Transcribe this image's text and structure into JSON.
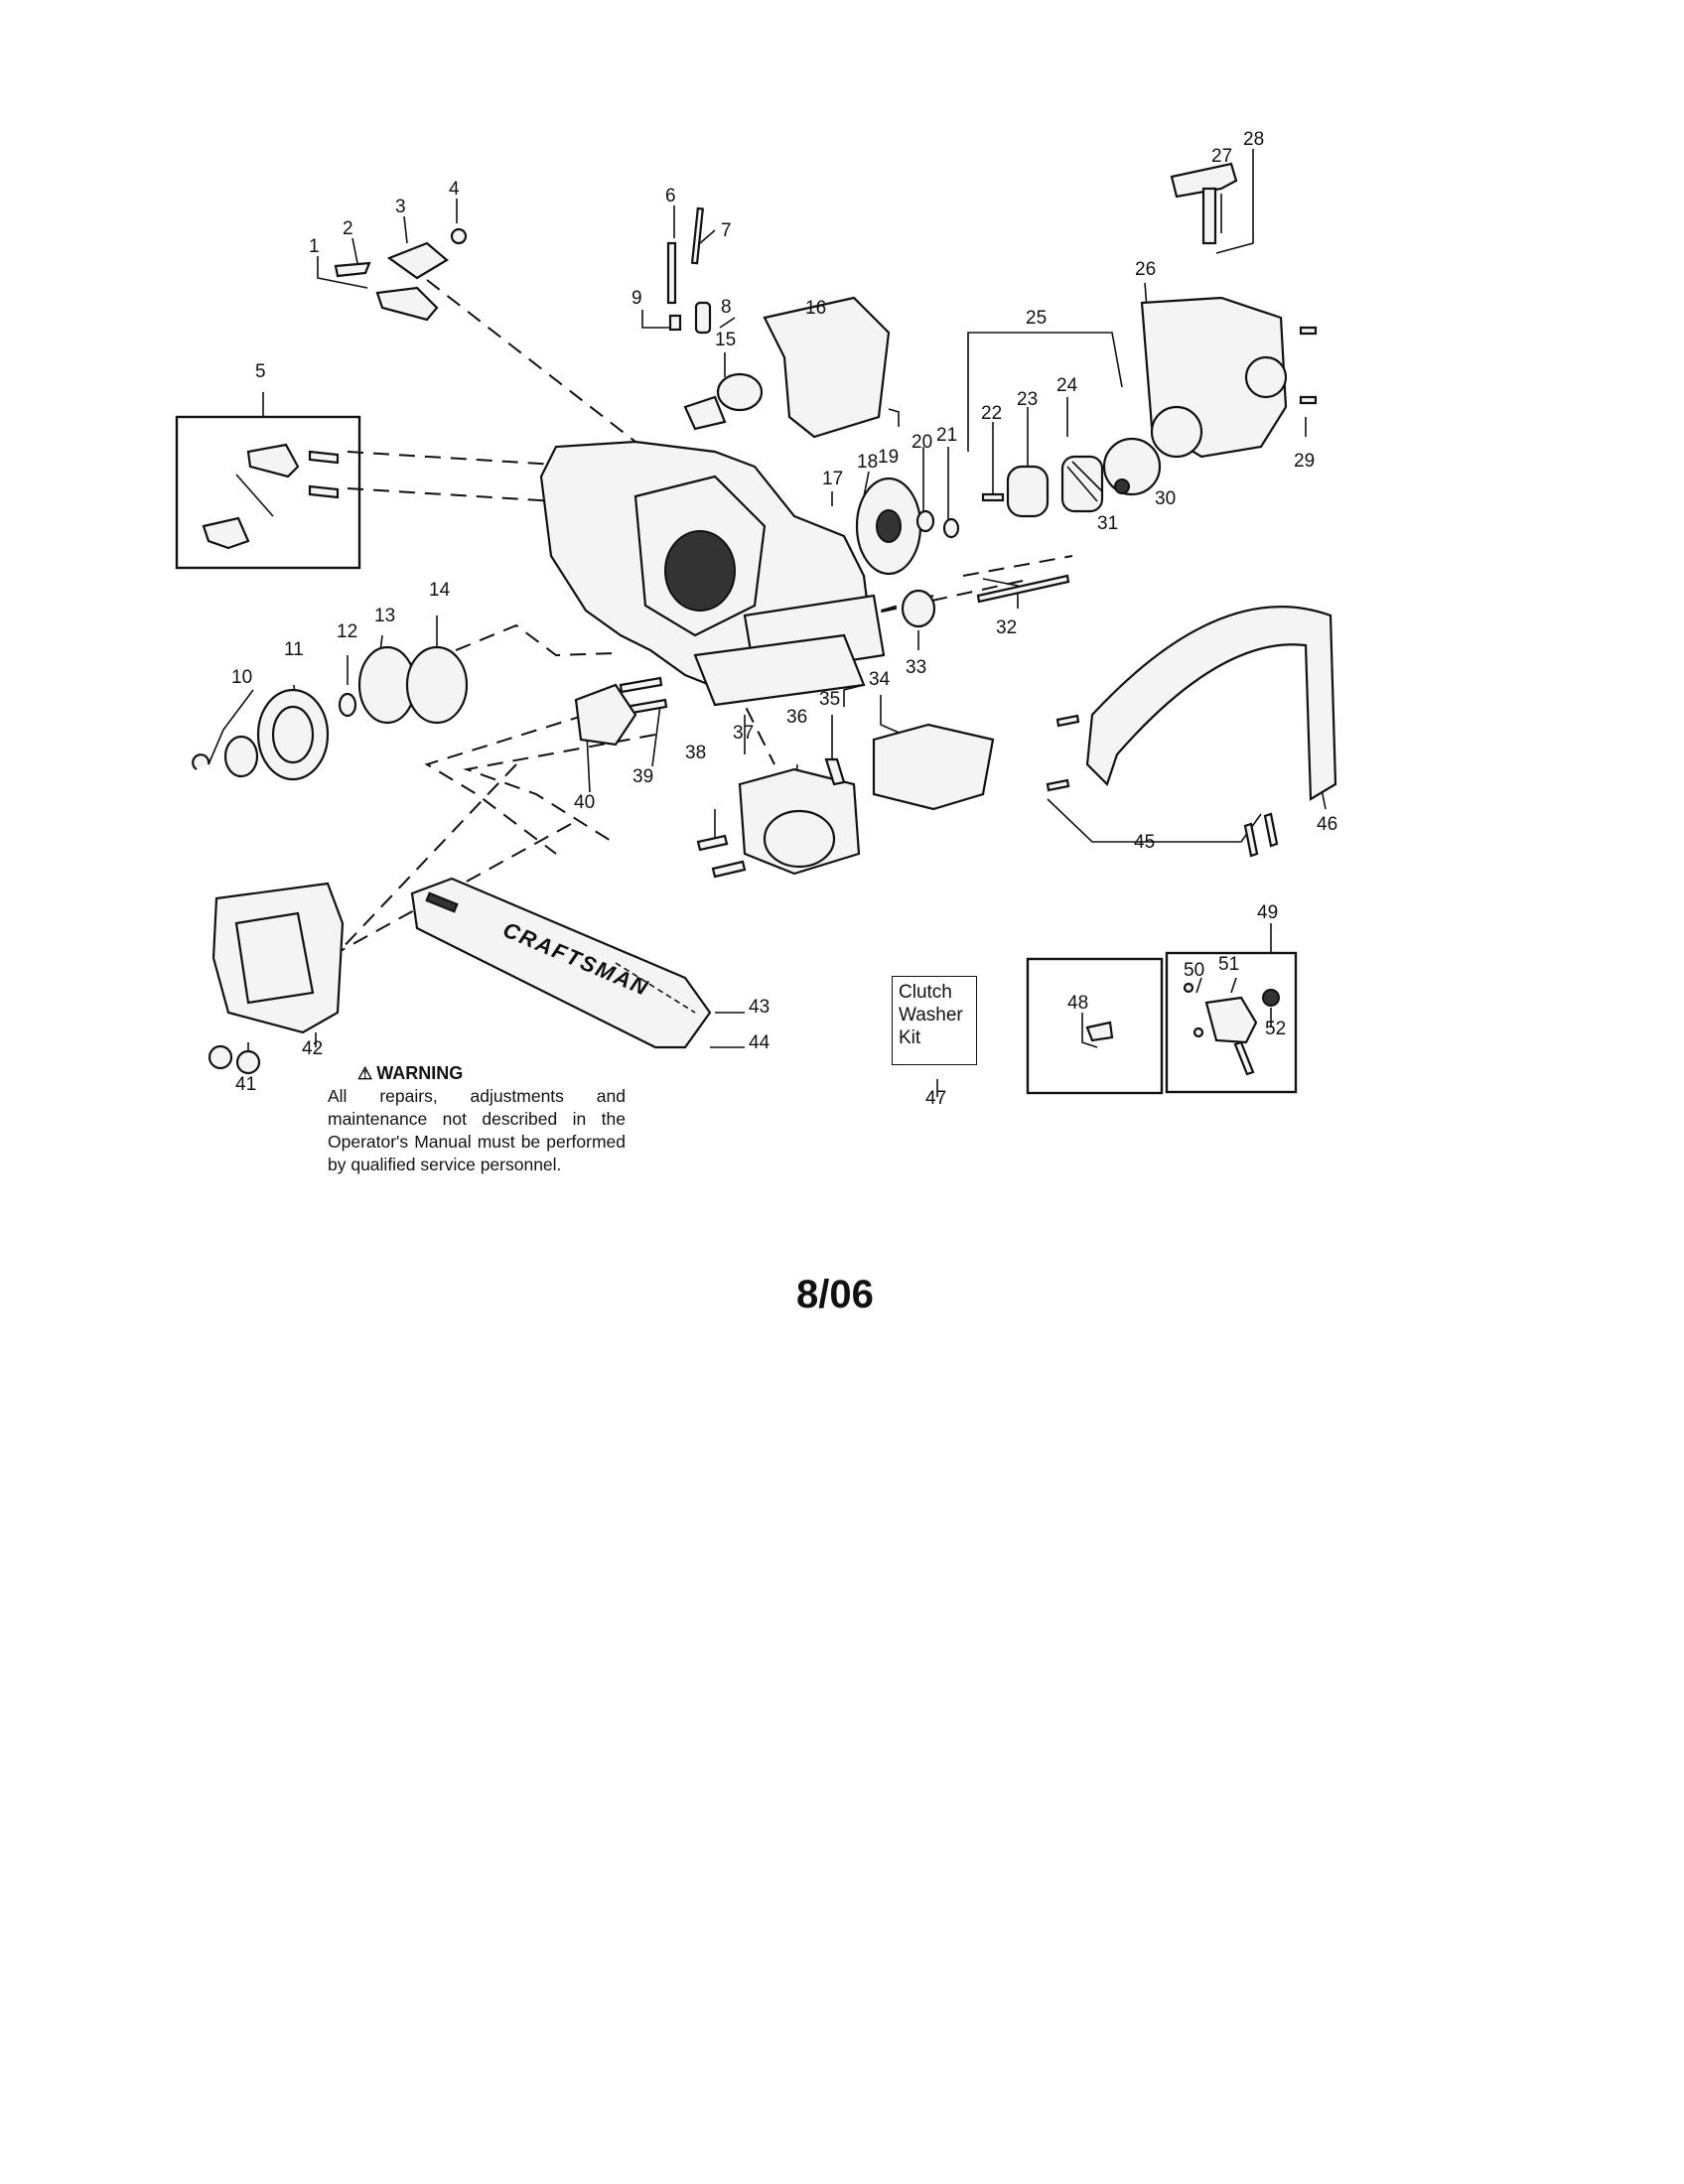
{
  "labels": {
    "p1": "1",
    "p2": "2",
    "p3": "3",
    "p4": "4",
    "p5": "5",
    "p6": "6",
    "p7": "7",
    "p8": "8",
    "p9": "9",
    "p10": "10",
    "p11": "11",
    "p12": "12",
    "p13": "13",
    "p14": "14",
    "p15": "15",
    "p16": "16",
    "p17": "17",
    "p18": "18",
    "p19": "19",
    "p20": "20",
    "p21": "21",
    "p22": "22",
    "p23": "23",
    "p24": "24",
    "p25": "25",
    "p26": "26",
    "p27": "27",
    "p28": "28",
    "p29": "29",
    "p30": "30",
    "p31": "31",
    "p32": "32",
    "p33": "33",
    "p34": "34",
    "p35": "35",
    "p36": "36",
    "p37": "37",
    "p38": "38",
    "p39": "39",
    "p40": "40",
    "p41": "41",
    "p42": "42",
    "p43": "43",
    "p44": "44",
    "p45": "45",
    "p46": "46",
    "p47": "47",
    "p48": "48",
    "p49": "49",
    "p50": "50",
    "p51": "51",
    "p52": "52"
  },
  "bar_brand": "CRAFTSMAN",
  "kit": {
    "line1": "Clutch",
    "line2": "Washer",
    "line3": "Kit"
  },
  "warning": {
    "title": "WARNING",
    "text": "All repairs, adjustments and maintenance not described in the Operator's Manual must be performed by qualified service personnel."
  },
  "date_code": "8/06"
}
